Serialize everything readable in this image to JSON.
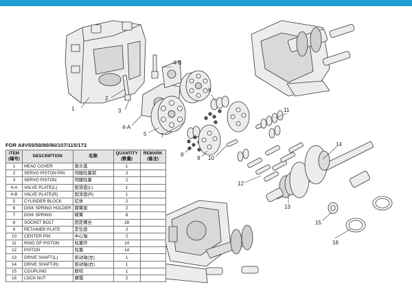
{
  "table_title": "FOR A8V55/59/80/86/107/115/172",
  "headers": {
    "item": "ITEM",
    "item_cn": "(编号)",
    "description": "DESCRIPTION",
    "name_cn": "名称",
    "quantity": "QUANTITY",
    "quantity_cn": "(数量)",
    "remark": "REMARK",
    "remark_cn": "(备注)"
  },
  "rows": [
    {
      "item": "1",
      "description": "HEAD COVER",
      "name_cn": "泵头盖",
      "quantity": "1",
      "remark": ""
    },
    {
      "item": "2",
      "description": "SERVO PISTON PIN",
      "name_cn": "伺服柱塞销",
      "quantity": "2",
      "remark": ""
    },
    {
      "item": "3",
      "description": "SERVO PISTON",
      "name_cn": "伺服柱塞",
      "quantity": "2",
      "remark": ""
    },
    {
      "item": "4-A",
      "description": "VALVE PLATE(L)",
      "name_cn": "配流盘(L)",
      "quantity": "1",
      "remark": ""
    },
    {
      "item": "4-B",
      "description": "VALVE PLATE(R)",
      "name_cn": "配流盘(R)",
      "quantity": "1",
      "remark": ""
    },
    {
      "item": "5",
      "description": "CYLINDER BLOCK",
      "name_cn": "缸体",
      "quantity": "2",
      "remark": ""
    },
    {
      "item": "6",
      "description": "DISK SPRING HOLDER",
      "name_cn": "碟簧座",
      "quantity": "2",
      "remark": ""
    },
    {
      "item": "7",
      "description": "DISK SPRING",
      "name_cn": "碟簧",
      "quantity": "8",
      "remark": ""
    },
    {
      "item": "8",
      "description": "SOCKET BOLT",
      "name_cn": "固定螺丝",
      "quantity": "28",
      "remark": ""
    },
    {
      "item": "9",
      "description": "RETAINER PLATE",
      "name_cn": "定位盘",
      "quantity": "2",
      "remark": ""
    },
    {
      "item": "10",
      "description": "CENTER PIN",
      "name_cn": "中心轴",
      "quantity": "2",
      "remark": ""
    },
    {
      "item": "11",
      "description": "RING OF PISTON",
      "name_cn": "柱塞环",
      "quantity": "14",
      "remark": ""
    },
    {
      "item": "12",
      "description": "PISTON",
      "name_cn": "柱塞",
      "quantity": "14",
      "remark": ""
    },
    {
      "item": "13",
      "description": "DRIVE SHAFT(L)",
      "name_cn": "驱动轴(左)",
      "quantity": "1",
      "remark": ""
    },
    {
      "item": "14",
      "description": "DRIVE SHAFT(R)",
      "name_cn": "驱动轴(右)",
      "quantity": "1",
      "remark": ""
    },
    {
      "item": "15",
      "description": "COUPLING",
      "name_cn": "联结",
      "quantity": "1",
      "remark": ""
    },
    {
      "item": "16",
      "description": "LOCK NUT",
      "name_cn": "螺帽",
      "quantity": "2",
      "remark": ""
    }
  ],
  "callouts": [
    "1",
    "2",
    "3",
    "4-A",
    "4-B",
    "5",
    "6",
    "7",
    "8",
    "9",
    "10",
    "11",
    "12",
    "13",
    "14",
    "15",
    "16"
  ],
  "colors": {
    "banner": "#1ea0d6",
    "line": "#333333",
    "fill": "#ececec"
  }
}
